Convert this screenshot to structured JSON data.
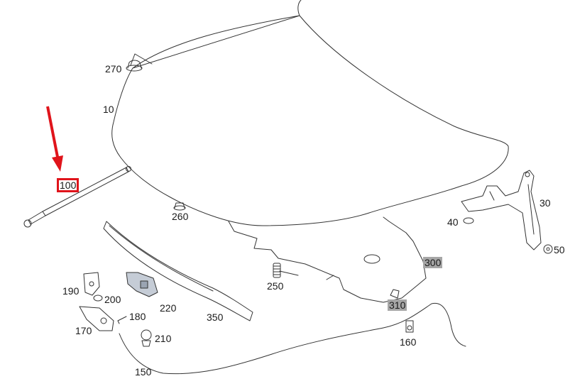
{
  "diagram": {
    "highlight_color": "#e0141b",
    "highlight_part": "100",
    "part_labels": {
      "p10": "10",
      "p30": "30",
      "p40": "40",
      "p50": "50",
      "p100": "100",
      "p150": "150",
      "p160": "160",
      "p170": "170",
      "p180": "180",
      "p190": "190",
      "p200": "200",
      "p210": "210",
      "p220": "220",
      "p250": "250",
      "p260": "260",
      "p270": "270",
      "p300": "300",
      "p310": "310",
      "p350": "350"
    },
    "shaded_labels": [
      "300",
      "310"
    ]
  }
}
